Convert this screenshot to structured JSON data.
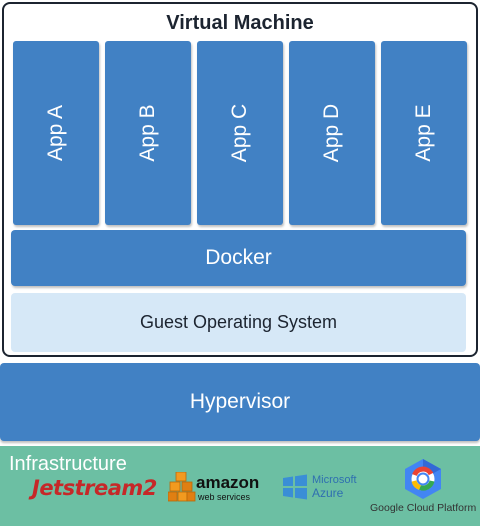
{
  "vm": {
    "title": "Virtual Machine"
  },
  "apps": [
    "App A",
    "App B",
    "App C",
    "App D",
    "App E"
  ],
  "layers": {
    "docker": "Docker",
    "guest_os": "Guest Operating System",
    "hypervisor": "Hypervisor"
  },
  "infrastructure": {
    "title": "Infrastructure",
    "providers": {
      "jetstream": "Jetstream2",
      "amazon": "amazon",
      "amazon_sub": "web services",
      "azure_top": "Microsoft",
      "azure": "Azure",
      "gcp": "Google Cloud Platform"
    }
  },
  "colors": {
    "box_blue": "#4181c4",
    "guest_light": "#d6e8f7",
    "infra_green": "#6cbfa3",
    "outline": "#1c2430"
  }
}
